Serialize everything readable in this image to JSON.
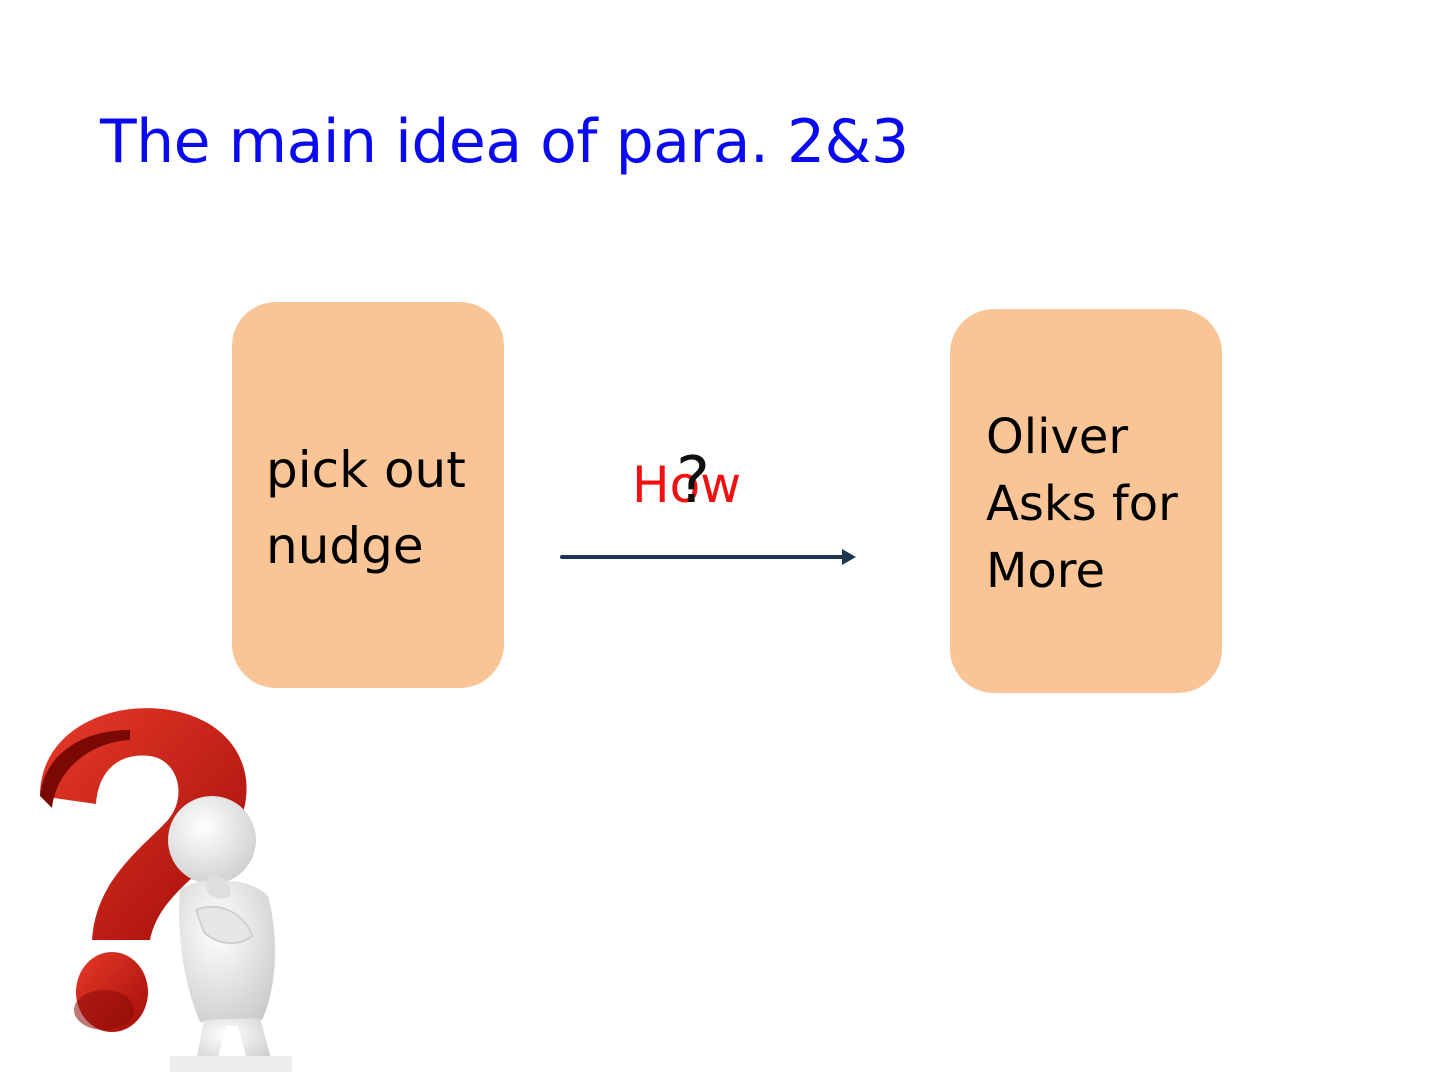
{
  "slide": {
    "title": "The main idea of para. 2&3"
  },
  "diagram": {
    "left_box": {
      "lines": [
        "pick out",
        "nudge"
      ]
    },
    "connector": {
      "label_how": "How",
      "label_question": "?"
    },
    "right_box": {
      "lines": [
        "Oliver",
        "Asks for",
        "More"
      ]
    }
  },
  "illustration": {
    "icon": "thinking-figure-question-mark-icon"
  },
  "colors": {
    "title": "#0a0af0",
    "box_fill": "#f9c596",
    "how_label": "#f01010",
    "arrow": "#1f3550",
    "question_red": "#d11a10"
  }
}
